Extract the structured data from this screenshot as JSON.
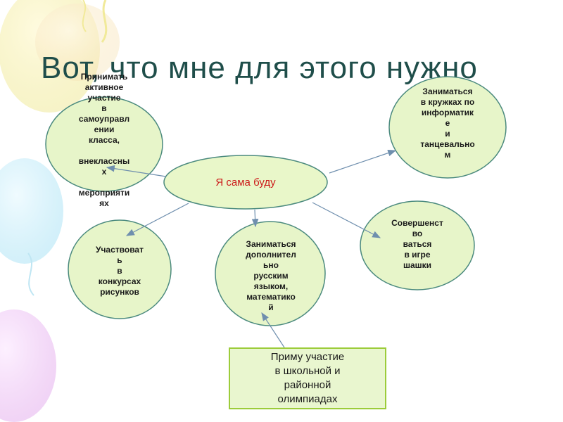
{
  "title": "Вот, что мне для этого нужно",
  "center": "Я сама буду",
  "nodes": {
    "self_government": "Принимать\nактивное\nучастие\nв\nсамоуправл\nении\nкласса,\n\nвнеклассны\nх\n\nмероприяти\nях",
    "clubs": "Заниматься\nв кружках по\nинформатик\nе\nи\nтанцевально\nм",
    "contests": "Участвоват\nь\nв\nконкурсах\nрисунков",
    "extra_study": "Заниматься\nдополнител\nьно\nрусским\nязыком,\nматематико\nй",
    "checkers": "Совершенст\nво\nваться\nв игре\nшашки"
  },
  "olympiad_box": "Приму  участие\nв школьной и\nрайонной\nолимпиадах",
  "colors": {
    "ellipse_fill": "#e7f5c9",
    "ellipse_stroke": "#4b8a7e",
    "center_fill": "#e9f7c9",
    "arrow": "#6f8fae",
    "title": "#1f4e4a",
    "box_border": "#9ccc3a"
  }
}
